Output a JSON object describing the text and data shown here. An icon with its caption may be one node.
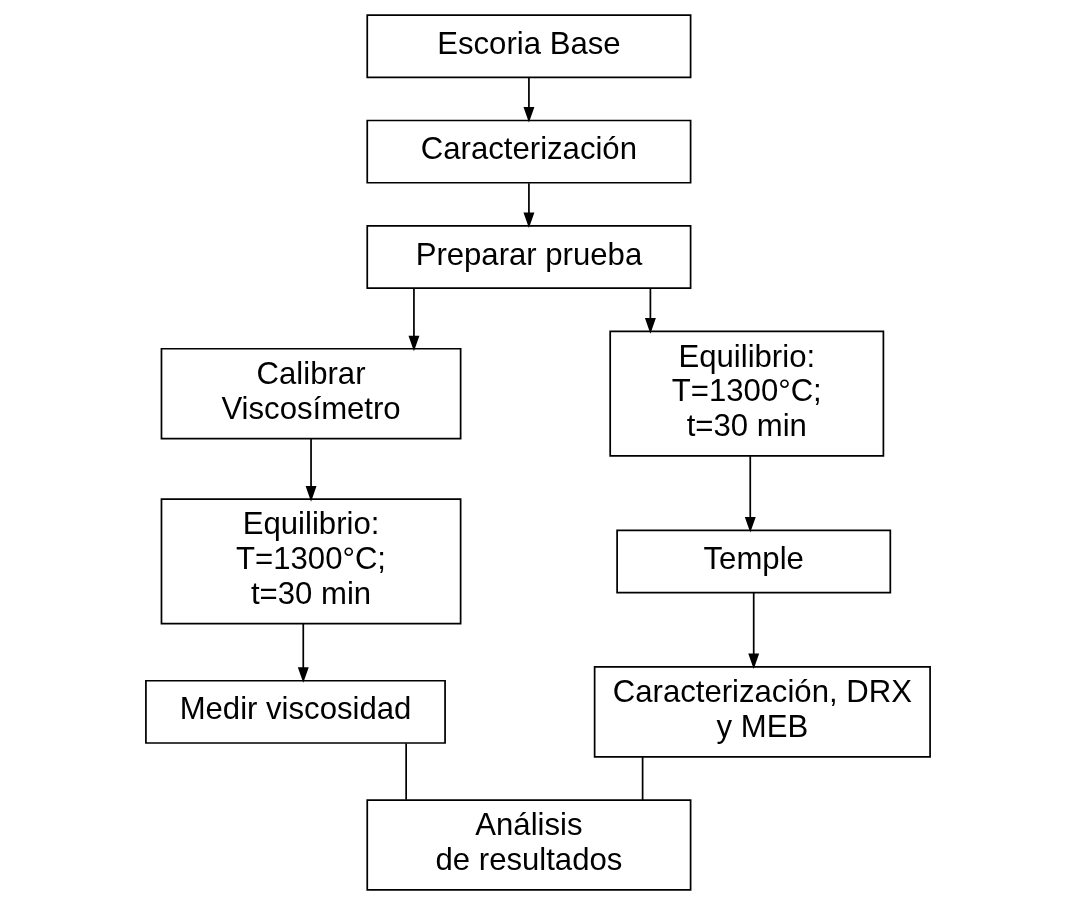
{
  "diagram": {
    "nodes": [
      {
        "text": [
          "Escoria Base"
        ]
      },
      {
        "text": [
          "Caracterización"
        ]
      },
      {
        "text": [
          "Preparar prueba"
        ]
      },
      {
        "text": [
          "Calibrar Viscosímetro"
        ]
      },
      {
        "text": [
          "Equilibrio: T=1300°C; t=30 min"
        ]
      },
      {
        "text": [
          "Medir viscosidad"
        ]
      },
      {
        "text": [
          "Equilibrio: T=1300°C; t=30 min"
        ]
      },
      {
        "text": [
          "Temple"
        ]
      },
      {
        "text": [
          "Caracterización, DRX y MEB"
        ]
      },
      {
        "text": [
          "Análisis de resultados"
        ]
      }
    ],
    "edges": [
      {
        "from": 0,
        "to": 1,
        "arrow": "to"
      },
      {
        "from": 1,
        "to": 2,
        "arrow": "to"
      },
      {
        "from": 2,
        "to": 3,
        "arrow": "to"
      },
      {
        "from": 2,
        "to": 6,
        "arrow": "to"
      },
      {
        "from": 3,
        "to": 4,
        "arrow": "to"
      },
      {
        "from": 4,
        "to": 5,
        "arrow": "to"
      },
      {
        "from": 6,
        "to": 7,
        "arrow": "to"
      },
      {
        "from": 7,
        "to": 8,
        "arrow": "to"
      },
      {
        "from": 5,
        "to": 9,
        "arrow": "none"
      },
      {
        "from": 8,
        "to": 9,
        "arrow": "none"
      }
    ]
  }
}
